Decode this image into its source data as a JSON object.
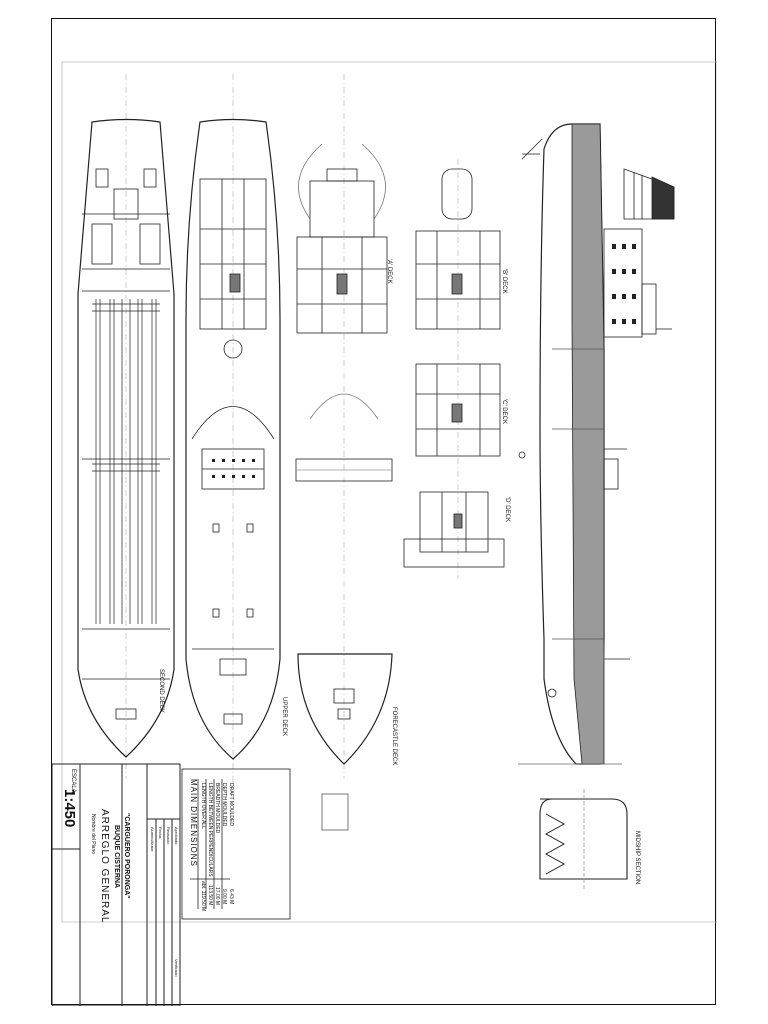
{
  "title_block": {
    "scale_label": "ESCALA",
    "scale_value": "1:450",
    "plan_name_label": "Nombre del Plano",
    "plan_title": "ARREGLO GENERAL",
    "ship_type": "BUQUE CISTERNA",
    "ship_name": "\"CARGUERO PORONGA\"",
    "fields": [
      "Alumno/Autor:",
      "Fecha:",
      "Revisado:",
      "Aprobado:",
      "Verificado"
    ]
  },
  "main_dimensions": {
    "heading": "MAIN DIMENSIONS",
    "rows": [
      {
        "label": "LENGTH OVER ALL",
        "value": "abt. 119.50 M"
      },
      {
        "label": "LENGTH BETWEEN PERPENDICULARS",
        "value": "113.50 M"
      },
      {
        "label": "BREADTH MOULDED",
        "value": "17.00 M"
      },
      {
        "label": "DEPTH MOULDED",
        "value": "9.00 M"
      },
      {
        "label": "DRAFT MOULDED",
        "value": "6.43 M"
      }
    ]
  },
  "view_labels": {
    "second_deck": "SECOND DECK",
    "upper_deck": "UPPER DECK",
    "forecastle_deck": "FORECASTLE DECK",
    "a_deck": "'A' DECK",
    "b_deck": "'B' DECK",
    "c_deck": "'C' DECK",
    "d_deck": "'D' DECK",
    "midship_section": "MIDSHIP SECTION"
  },
  "colors": {
    "line": "#222222",
    "hatch": "#888888",
    "funnel_dark": "#333333"
  }
}
